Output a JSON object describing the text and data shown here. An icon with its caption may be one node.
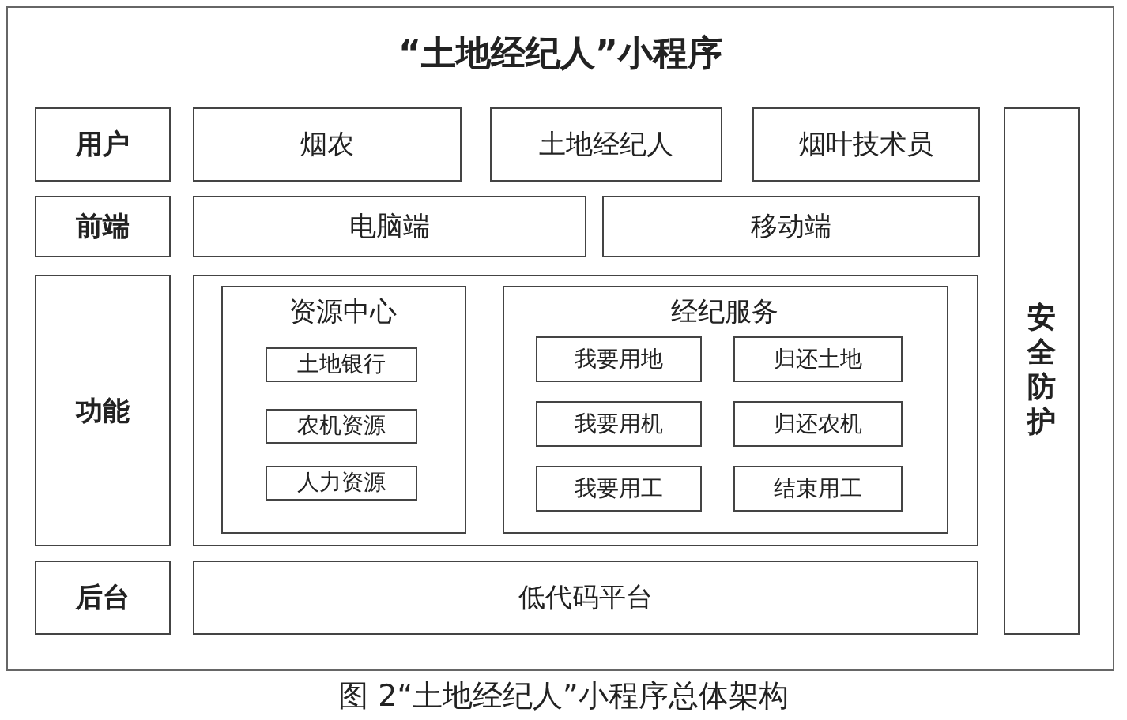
{
  "diagram": {
    "caption": "图 2“土地经纪人”小程序总体架构",
    "nodes": [
      {
        "text": [
          "“土地经纪人”小程序"
        ]
      },
      {
        "text": [
          "用户"
        ],
        "in": 0
      },
      {
        "text": [
          "烟农"
        ],
        "in": 0
      },
      {
        "text": [
          "土地经纪人"
        ],
        "in": 0
      },
      {
        "text": [
          "烟叶技术员"
        ],
        "in": 0
      },
      {
        "text": [
          "安全防护"
        ],
        "in": 0
      },
      {
        "text": [
          "前端"
        ],
        "in": 0
      },
      {
        "text": [
          "电脑端"
        ],
        "in": 0
      },
      {
        "text": [
          "移动端"
        ],
        "in": 0
      },
      {
        "text": [
          "功能"
        ],
        "in": 0
      },
      {
        "text": [],
        "shape": "box",
        "in": 0
      },
      {
        "text": [
          "资源中心"
        ],
        "in": 10
      },
      {
        "text": [
          "土地银行"
        ],
        "in": 11
      },
      {
        "text": [
          "农机资源"
        ],
        "in": 11
      },
      {
        "text": [
          "人力资源"
        ],
        "in": 11
      },
      {
        "text": [
          "经纪服务"
        ],
        "in": 10
      },
      {
        "text": [
          "我要用地"
        ],
        "in": 15
      },
      {
        "text": [
          "归还土地"
        ],
        "in": 15
      },
      {
        "text": [
          "我要用机"
        ],
        "in": 15
      },
      {
        "text": [
          "归还农机"
        ],
        "in": 15
      },
      {
        "text": [
          "我要用工"
        ],
        "in": 15
      },
      {
        "text": [
          "结束用工"
        ],
        "in": 15
      },
      {
        "text": [
          "后台"
        ],
        "in": 0
      },
      {
        "text": [
          "低代码平台"
        ],
        "in": 0
      }
    ],
    "edges": []
  }
}
